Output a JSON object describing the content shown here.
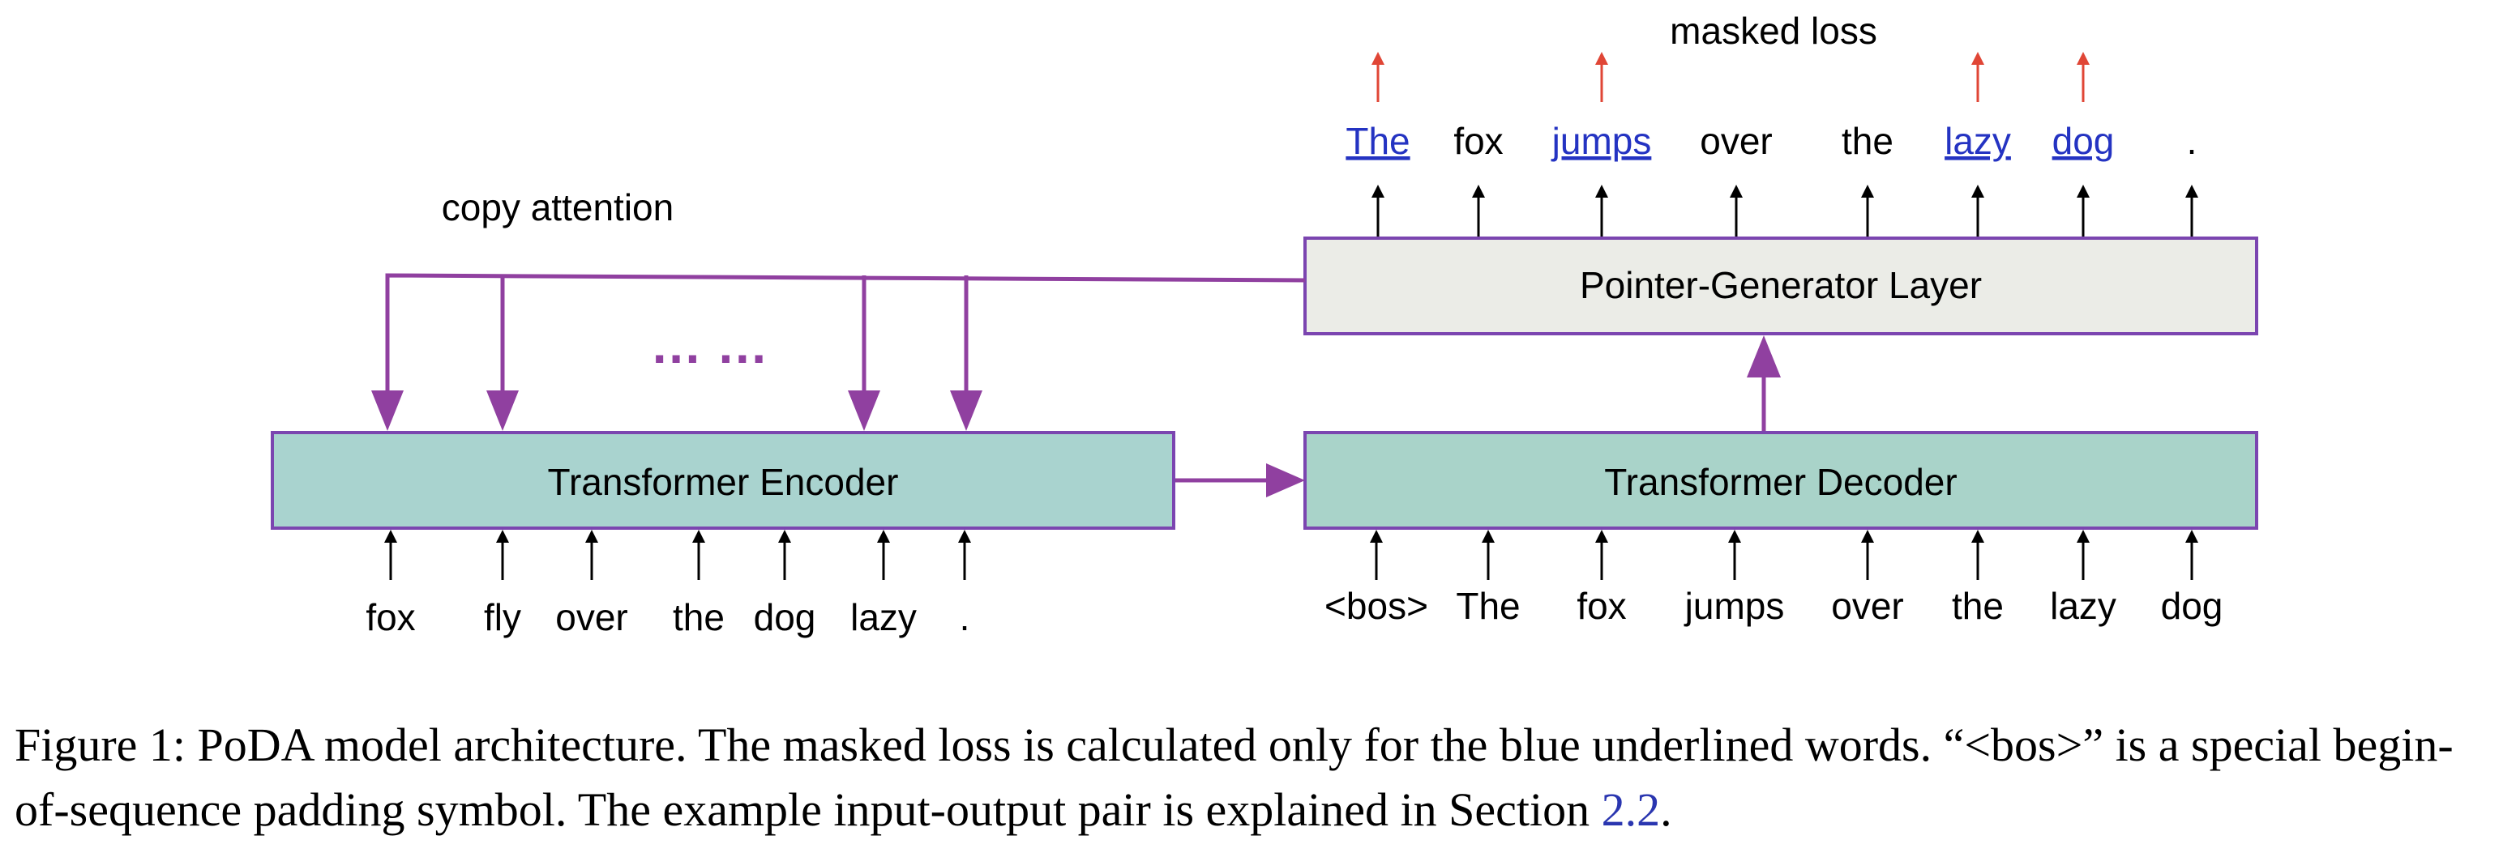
{
  "labels": {
    "masked_loss": "masked loss",
    "copy_attention": "copy attention",
    "dots": "… …"
  },
  "boxes": {
    "encoder": "Transformer Encoder",
    "decoder": "Transformer Decoder",
    "pointer_generator": "Pointer-Generator Layer"
  },
  "encoder_inputs": [
    "fox",
    "fly",
    "over",
    "the",
    "dog",
    "lazy",
    "."
  ],
  "decoder_inputs": [
    "<bos>",
    "The",
    "fox",
    "jumps",
    "over",
    "the",
    "lazy",
    "dog"
  ],
  "outputs": [
    {
      "text": "The",
      "masked": true
    },
    {
      "text": "fox",
      "masked": false
    },
    {
      "text": "jumps",
      "masked": true
    },
    {
      "text": "over",
      "masked": false
    },
    {
      "text": "the",
      "masked": false
    },
    {
      "text": "lazy",
      "masked": true
    },
    {
      "text": "dog",
      "masked": true
    },
    {
      "text": ".",
      "masked": false
    }
  ],
  "caption": {
    "text": "Figure 1: PoDA model architecture. The masked loss is calculated only for the blue underlined words. “<bos>” is a special begin-of-sequence padding symbol. The example input-output pair is explained in Section ",
    "ref": "2.2",
    "end": "."
  },
  "colors": {
    "encoder_fill": "#a9d3cf",
    "decoder_fill": "#a9d3c9",
    "pointer_fill": "#ebece7",
    "box_border": "#7b45b0",
    "purple": "#9040a0",
    "masked_word": "#2433c2",
    "red_arrow": "#e04636",
    "black": "#000000"
  }
}
